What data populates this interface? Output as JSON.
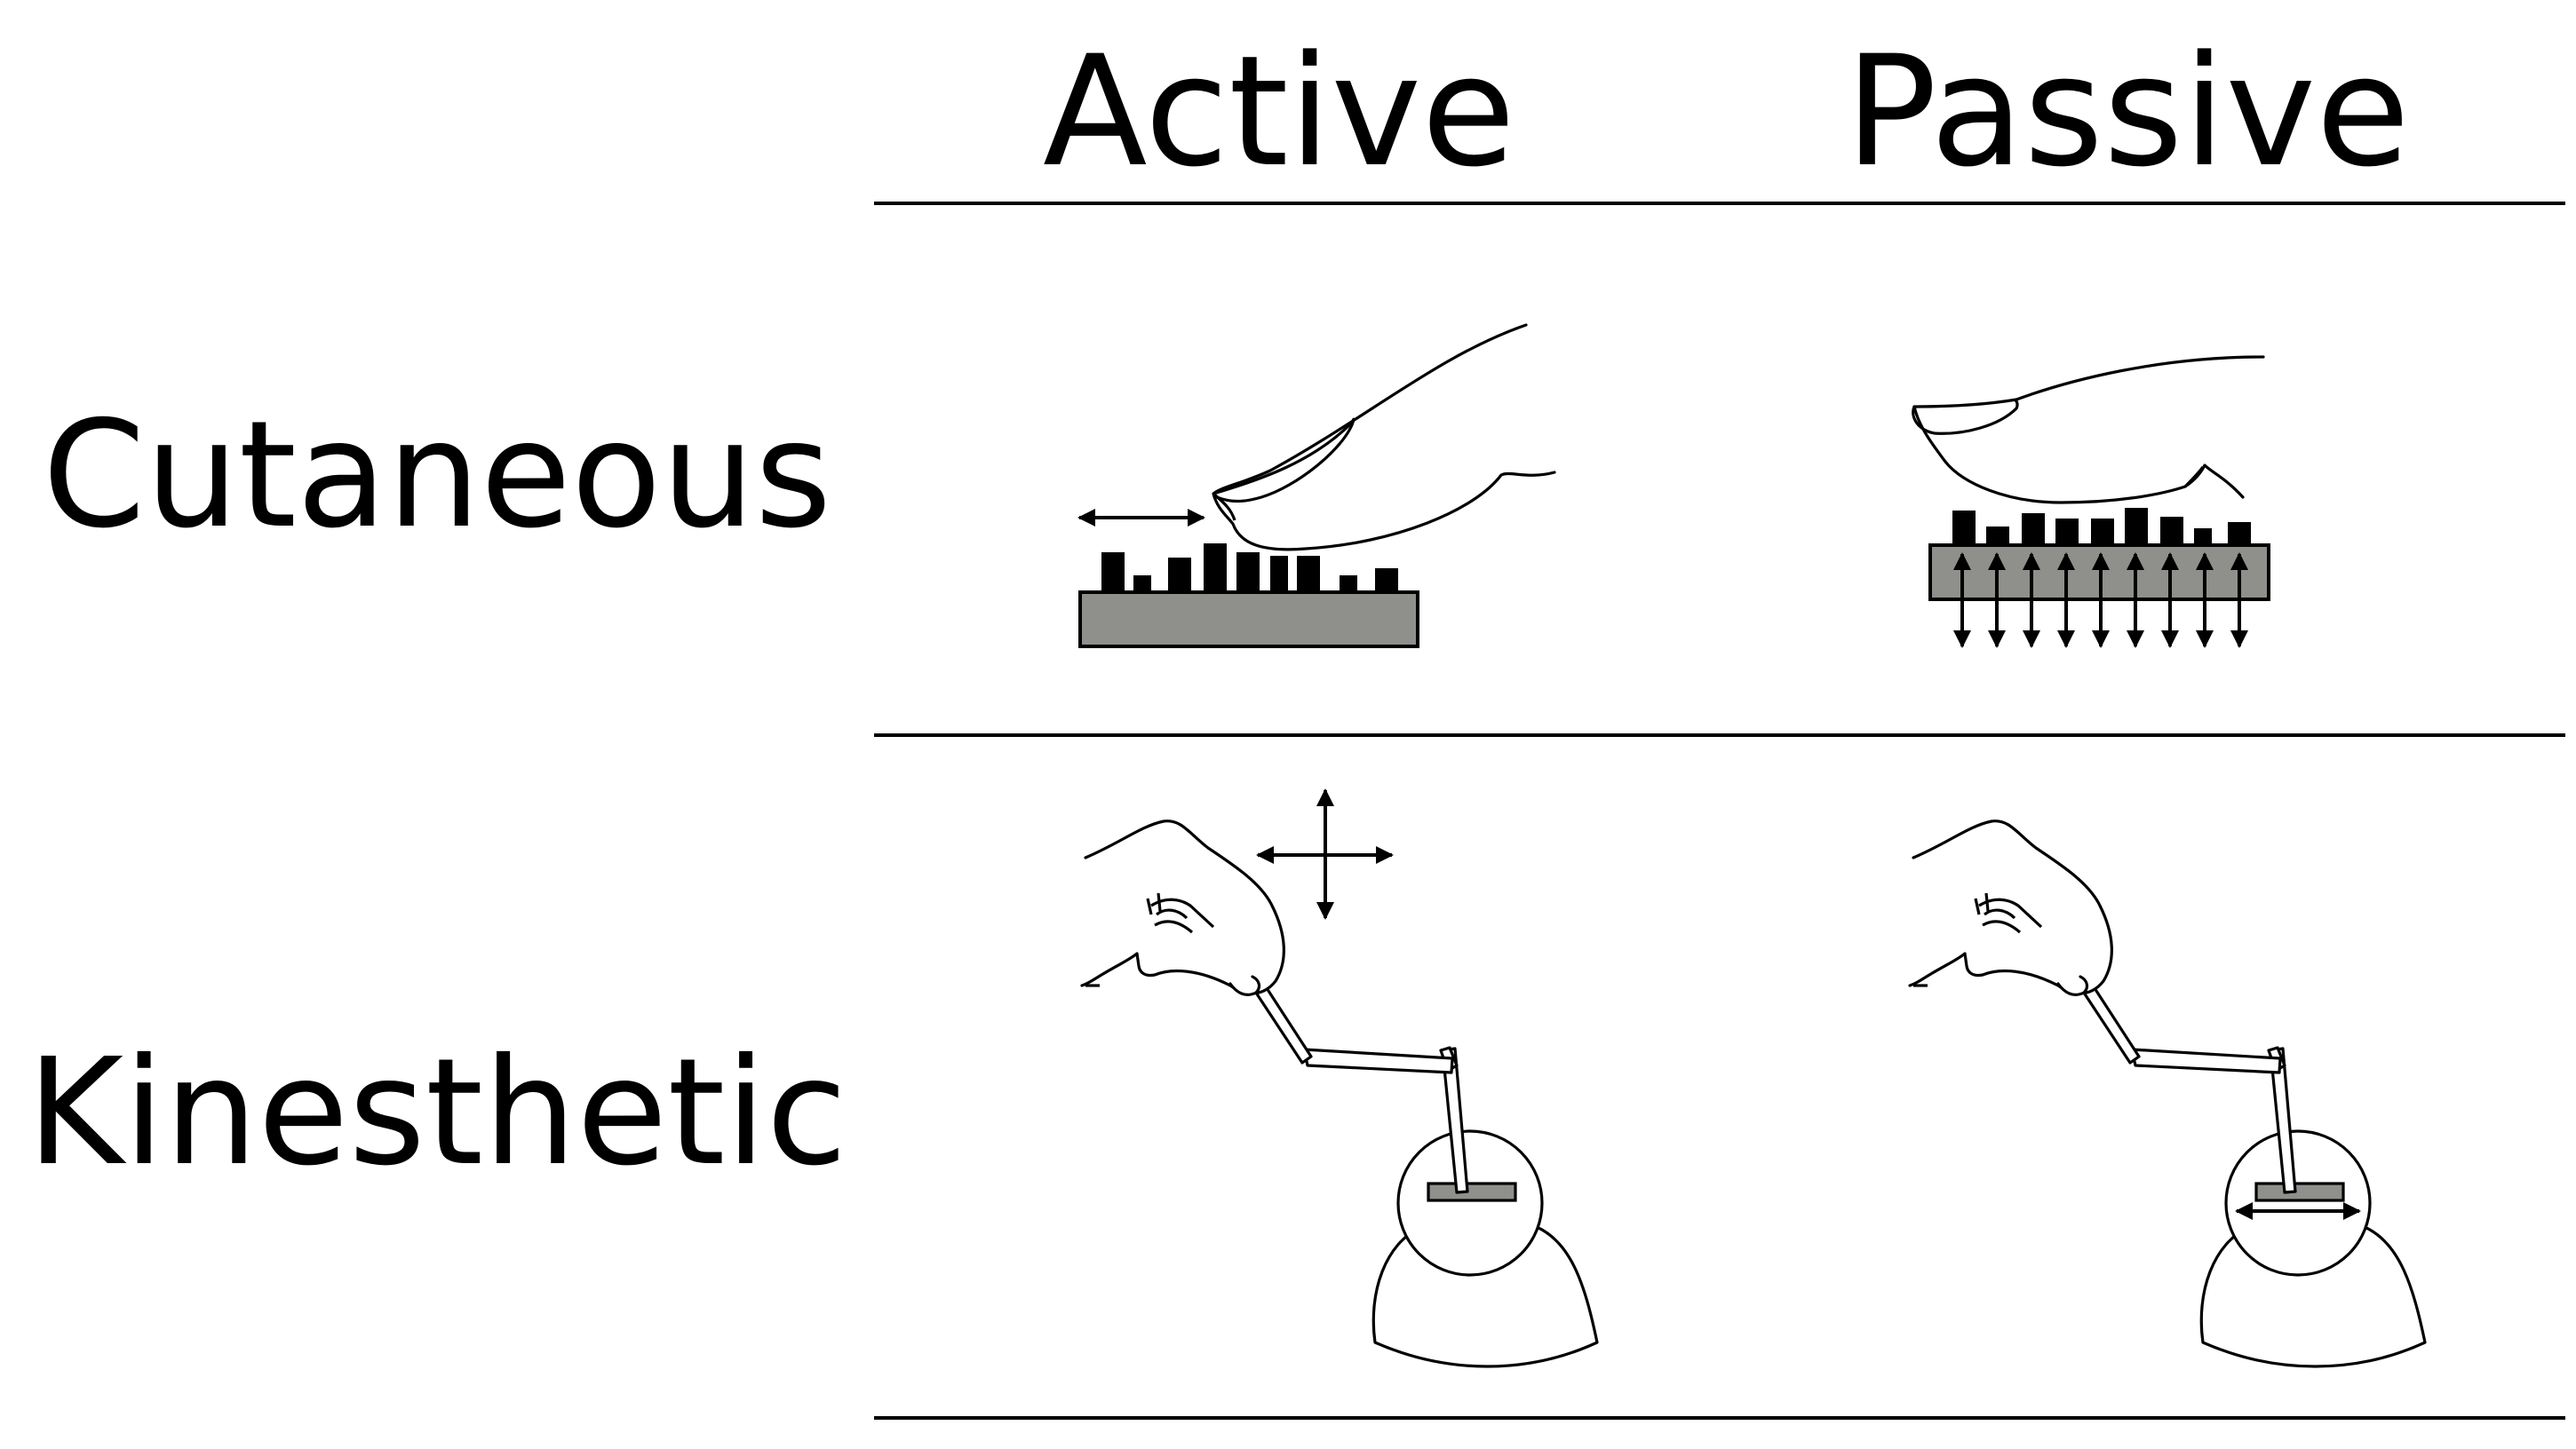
{
  "columns": {
    "active": "Active",
    "passive": "Passive"
  },
  "rows": {
    "cutaneous": "Cutaneous",
    "kinesthetic": "Kinesthetic"
  },
  "colors": {
    "plate": "#8f8f8b",
    "ink": "#000000",
    "background": "#ffffff"
  },
  "icons": {
    "active_cutaneous": "finger-sliding-over-texture-icon",
    "passive_cutaneous": "finger-on-vibrating-pin-array-icon",
    "active_kinesthetic": "hand-moving-haptic-stylus-icon",
    "passive_kinesthetic": "hand-held-haptic-stylus-actuated-icon"
  }
}
